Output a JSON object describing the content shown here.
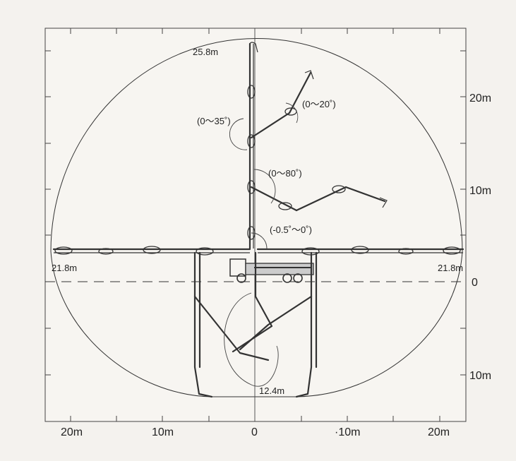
{
  "diagram": {
    "reach_labels": {
      "top_height": "25.8m",
      "left_reach": "21.8m",
      "right_reach": "21.8m",
      "depth": "12.4m"
    },
    "angle_labels": {
      "boom3": "(0～35˚)",
      "boom4": "(0～20˚)",
      "boom2": "(0～80˚)",
      "boom1": "(-0.5˚～0˚)"
    },
    "right_axis_ticks": [
      "20m",
      "10m",
      "0",
      "10m"
    ],
    "bottom_axis_ticks": [
      "20m",
      "10m",
      "0",
      "·10m",
      "20m"
    ]
  }
}
